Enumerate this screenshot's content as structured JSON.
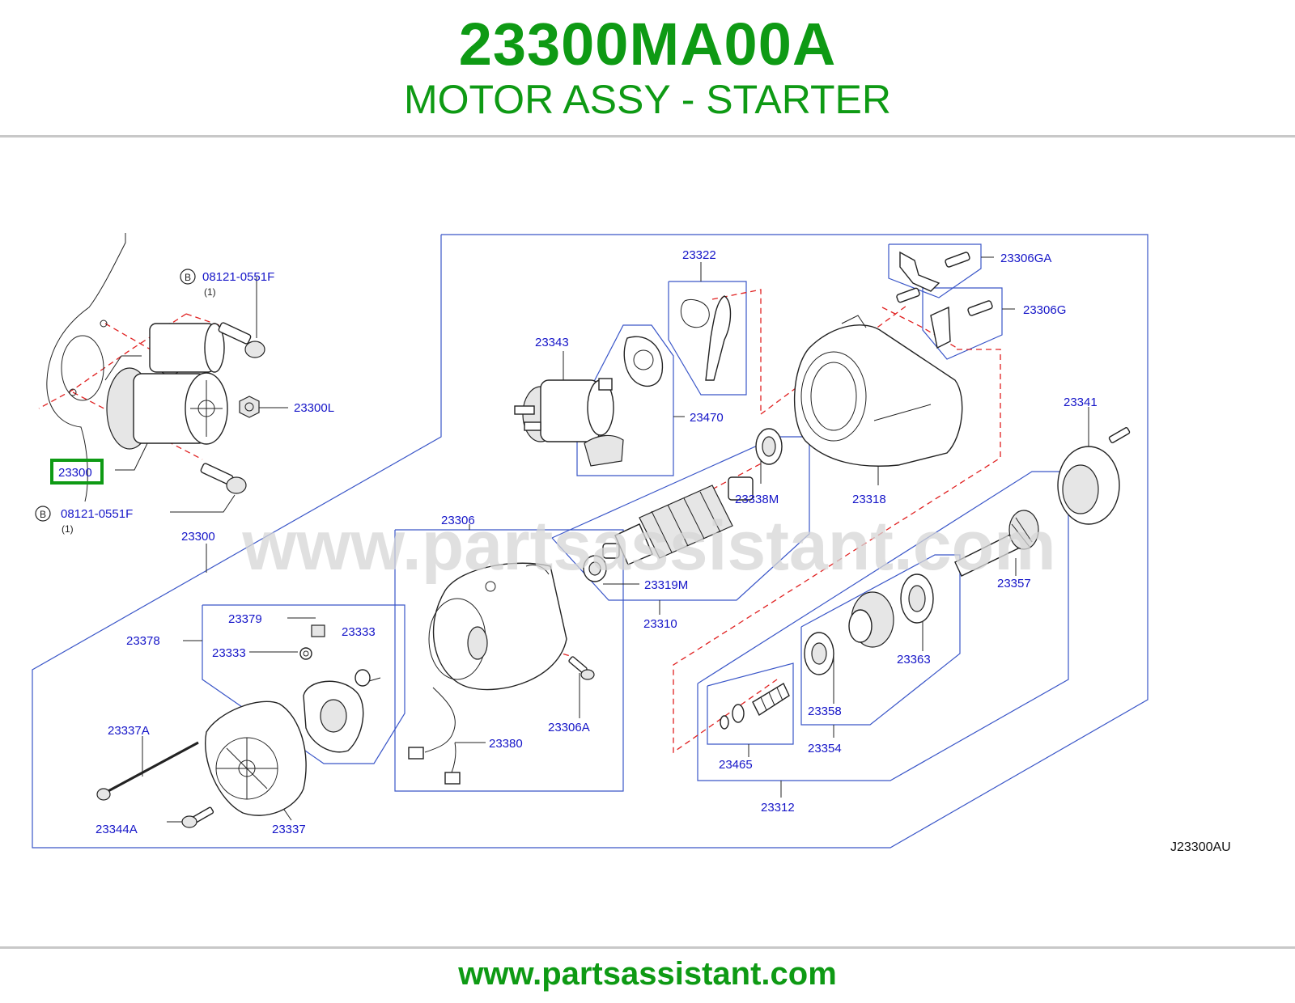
{
  "header": {
    "part_number": "23300MA00A",
    "part_name": "MOTOR ASSY - STARTER"
  },
  "footer": {
    "url": "www.partsassistant.com"
  },
  "watermark": "www.partsassistant.com",
  "diagram": {
    "ref_code": "J23300AU",
    "highlighted_part": "23300",
    "labels": {
      "bolt_top": "08121-0551F",
      "bolt_top_qty": "(1)",
      "bolt_bottom": "08121-0551F",
      "bolt_bottom_qty": "(1)",
      "bolt_badge": "B",
      "p23300L": "23300L",
      "p23300_box": "23300",
      "p23300": "23300",
      "p23343": "23343",
      "p23322": "23322",
      "p23470": "23470",
      "p23306GA": "23306GA",
      "p23306G": "23306G",
      "p23318": "23318",
      "p23341": "23341",
      "p23338M": "23338M",
      "p23319M": "23319M",
      "p23310": "23310",
      "p23306": "23306",
      "p23306A": "23306A",
      "p23380": "23380",
      "p23379": "23379",
      "p23333a": "23333",
      "p23333b": "23333",
      "p23378": "23378",
      "p23337A": "23337A",
      "p23337": "23337",
      "p23344A": "23344A",
      "p23357": "23357",
      "p23363": "23363",
      "p23358": "23358",
      "p23354": "23354",
      "p23465": "23465",
      "p23312": "23312"
    }
  },
  "colors": {
    "brand_green": "#0e9a14",
    "label_blue": "#1515c8",
    "leader_blue": "#3a56c8",
    "dash_red": "#e02020"
  }
}
